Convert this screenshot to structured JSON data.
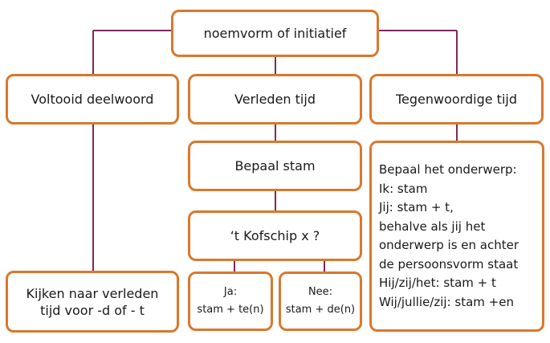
{
  "diagram": {
    "root": "noemvorm of initiatief",
    "branches": {
      "voltooid": "Voltooid deelwoord",
      "verleden": "Verleden tijd",
      "tegenwoordig": "Tegenwoordige tijd"
    },
    "bepaal_stam": "Bepaal stam",
    "kofschip": "‘t Kofschip x ?",
    "ja": {
      "label": "Ja:",
      "rule": "stam + te(n)"
    },
    "nee": {
      "label": "Nee:",
      "rule": "stam + de(n)"
    },
    "voltooid_result": [
      "Kijken naar verleden",
      "tijd voor -d of - t"
    ],
    "tegenwoordig_rules": [
      "Bepaal het onderwerp:",
      "Ik: stam",
      "Jij: stam + t,",
      "behalve als jij het",
      "onderwerp is en achter",
      "de persoonsvorm staat",
      "Hij/zij/het: stam + t",
      "Wij/jullie/zij: stam +en"
    ]
  },
  "colors": {
    "box_border": "#d9782d",
    "connector": "#7b2b5a"
  }
}
